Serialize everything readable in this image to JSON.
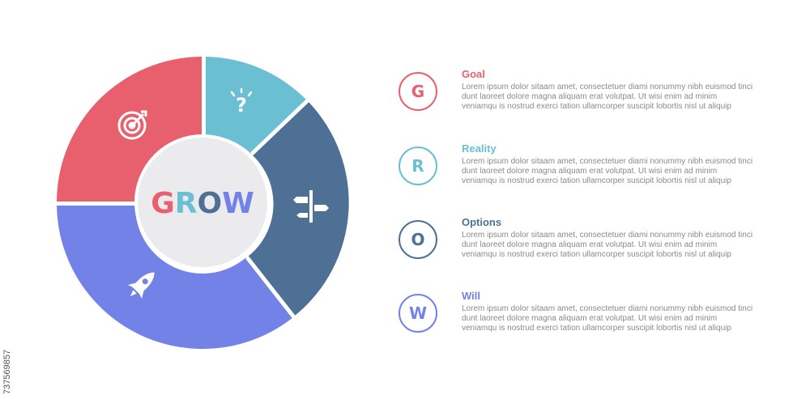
{
  "center_title": {
    "letters": [
      {
        "char": "G",
        "color": "#e8606d"
      },
      {
        "char": "R",
        "color": "#6bbfd3"
      },
      {
        "char": "O",
        "color": "#4e7094"
      },
      {
        "char": "W",
        "color": "#7282e6"
      }
    ]
  },
  "segments": [
    {
      "key": "goal",
      "color": "#e8606d",
      "icon": "target-icon"
    },
    {
      "key": "reality",
      "color": "#6bbfd3",
      "icon": "question-lightbulb-icon"
    },
    {
      "key": "options",
      "color": "#4e7094",
      "icon": "signpost-icon"
    },
    {
      "key": "will",
      "color": "#7282e6",
      "icon": "rocket-icon"
    }
  ],
  "items": [
    {
      "letter": "G",
      "title": "Goal",
      "color": "#e8606d",
      "text": "Lorem ipsum dolor sitaam amet, consectetuer diami nonummy  nibh euismod tinci dunt laoreet dolore magna aliquam erat volutpat. Ut wisi enim ad minim veniamqu is nostrud exerci tation ullamcorper suscipit lobortis nisl ut aliquip"
    },
    {
      "letter": "R",
      "title": "Reality",
      "color": "#6bbfd3",
      "text": "Lorem ipsum dolor sitaam amet, consectetuer diami nonummy  nibh euismod tinci dunt laoreet dolore magna aliquam erat volutpat. Ut wisi enim ad minim veniamqu is nostrud exerci tation ullamcorper suscipit lobortis nisl ut aliquip"
    },
    {
      "letter": "O",
      "title": "Options",
      "color": "#4e7094",
      "text": "Lorem ipsum dolor sitaam amet, consectetuer diami nonummy  nibh euismod tinci dunt laoreet dolore magna aliquam erat volutpat. Ut wisi enim ad minim veniamqu is nostrud exerci tation ullamcorper suscipit lobortis nisl ut aliquip"
    },
    {
      "letter": "W",
      "title": "Will",
      "color": "#7282e6",
      "text": "Lorem ipsum dolor sitaam amet, consectetuer diami nonummy  nibh euismod tinci dunt laoreet dolore magna aliquam erat volutpat. Ut wisi enim ad minim veniamqu is nostrud exerci tation ullamcorper suscipit lobortis nisl ut aliquip"
    }
  ],
  "watermark": "737569857"
}
